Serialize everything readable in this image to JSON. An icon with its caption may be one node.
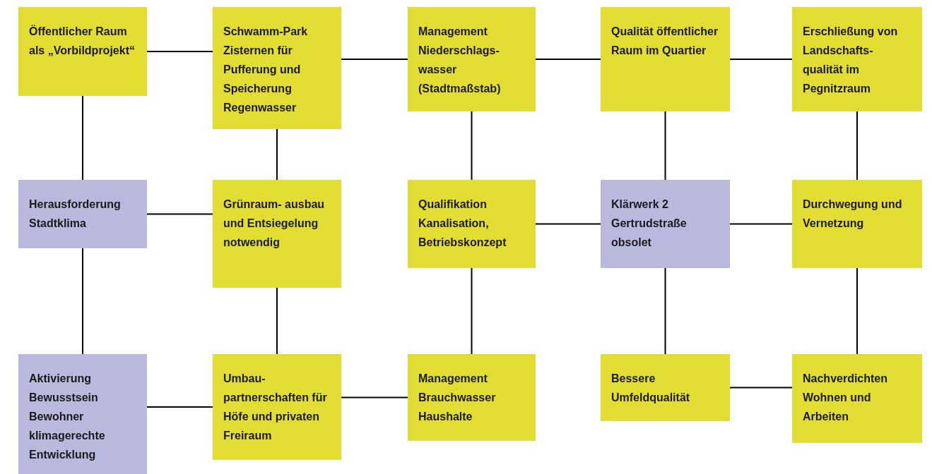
{
  "diagram": {
    "nodes": [
      {
        "text": [
          "Öffentlicher Raum als „Vorbildprojekt“"
        ]
      },
      {
        "text": [
          "Schwamm-Park Zisternen für Pufferung und Speicherung Regenwasser"
        ]
      },
      {
        "text": [
          "Management Niederschlags- wasser (Stadtmaßstab)"
        ]
      },
      {
        "text": [
          "Qualität öffentlicher Raum im Quartier"
        ]
      },
      {
        "text": [
          "Erschließung von Landschafts- qualität im Pegnitzraum"
        ]
      },
      {
        "text": [
          "Herausforderung Stadtklima"
        ]
      },
      {
        "text": [
          "Grünraum- ausbau und Entsiegelung notwendig"
        ]
      },
      {
        "text": [
          "Qualifikation Kanalisation, Betriebskonzept"
        ]
      },
      {
        "text": [
          "Klärwerk 2 Gertrudstraße obsolet"
        ]
      },
      {
        "text": [
          "Durchwegung und Vernetzung"
        ]
      },
      {
        "text": [
          "Aktivierung Bewusstsein Bewohner klimagerechte Entwicklung"
        ]
      },
      {
        "text": [
          "Umbau- partnerschaften für Höfe und privaten Freiraum"
        ]
      },
      {
        "text": [
          "Management Brauchwasser Haushalte"
        ]
      },
      {
        "text": [
          "Bessere Umfeldqualität"
        ]
      },
      {
        "text": [
          "Nachverdichten Wohnen und Arbeiten"
        ]
      }
    ],
    "edges": [
      {
        "from": 0,
        "to": 1,
        "arrow": "none"
      },
      {
        "from": 1,
        "to": 2,
        "arrow": "none"
      },
      {
        "from": 2,
        "to": 3,
        "arrow": "none"
      },
      {
        "from": 3,
        "to": 4,
        "arrow": "none"
      },
      {
        "from": 0,
        "to": 5,
        "arrow": "none"
      },
      {
        "from": 1,
        "to": 6,
        "arrow": "none"
      },
      {
        "from": 2,
        "to": 7,
        "arrow": "none"
      },
      {
        "from": 3,
        "to": 8,
        "arrow": "none"
      },
      {
        "from": 4,
        "to": 9,
        "arrow": "none"
      },
      {
        "from": 5,
        "to": 6,
        "arrow": "none"
      },
      {
        "from": 7,
        "to": 8,
        "arrow": "none"
      },
      {
        "from": 8,
        "to": 9,
        "arrow": "none"
      },
      {
        "from": 5,
        "to": 10,
        "arrow": "none"
      },
      {
        "from": 6,
        "to": 11,
        "arrow": "none"
      },
      {
        "from": 7,
        "to": 12,
        "arrow": "none"
      },
      {
        "from": 8,
        "to": 13,
        "arrow": "none"
      },
      {
        "from": 9,
        "to": 14,
        "arrow": "none"
      },
      {
        "from": 10,
        "to": 11,
        "arrow": "none"
      },
      {
        "from": 11,
        "to": 12,
        "arrow": "none"
      },
      {
        "from": 13,
        "to": 14,
        "arrow": "none"
      }
    ]
  }
}
